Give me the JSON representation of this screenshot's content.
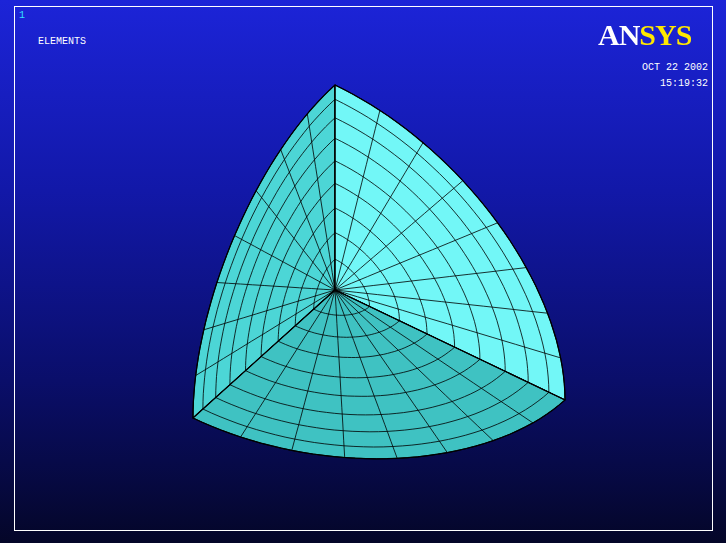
{
  "diagram": {
    "labels": [
      "1",
      "ELEMENTS",
      "ANSYS",
      "OCT 22 2002",
      "15:19:32"
    ]
  }
}
